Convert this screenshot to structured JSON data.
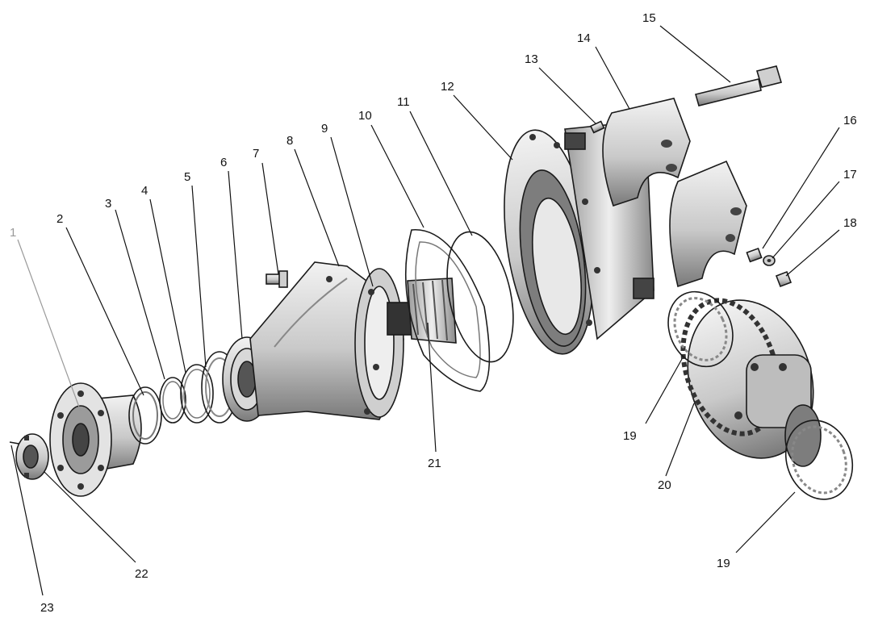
{
  "labels": {
    "l1": "1",
    "l2": "2",
    "l3": "3",
    "l4": "4",
    "l5": "5",
    "l6": "6",
    "l7": "7",
    "l8": "8",
    "l9": "9",
    "l10": "10",
    "l11": "11",
    "l12": "12",
    "l13": "13",
    "l14": "14",
    "l15": "15",
    "l16": "16",
    "l17": "17",
    "l18": "18",
    "l19a": "19",
    "l19b": "19",
    "l20": "20",
    "l21": "21",
    "l22": "22",
    "l23": "23"
  },
  "colors": {
    "ink": "#1a1a1a",
    "light": "#e6e6e6",
    "mid": "#bdbdbd",
    "dark": "#6e6e6e",
    "muted": "#9a9a9a"
  }
}
